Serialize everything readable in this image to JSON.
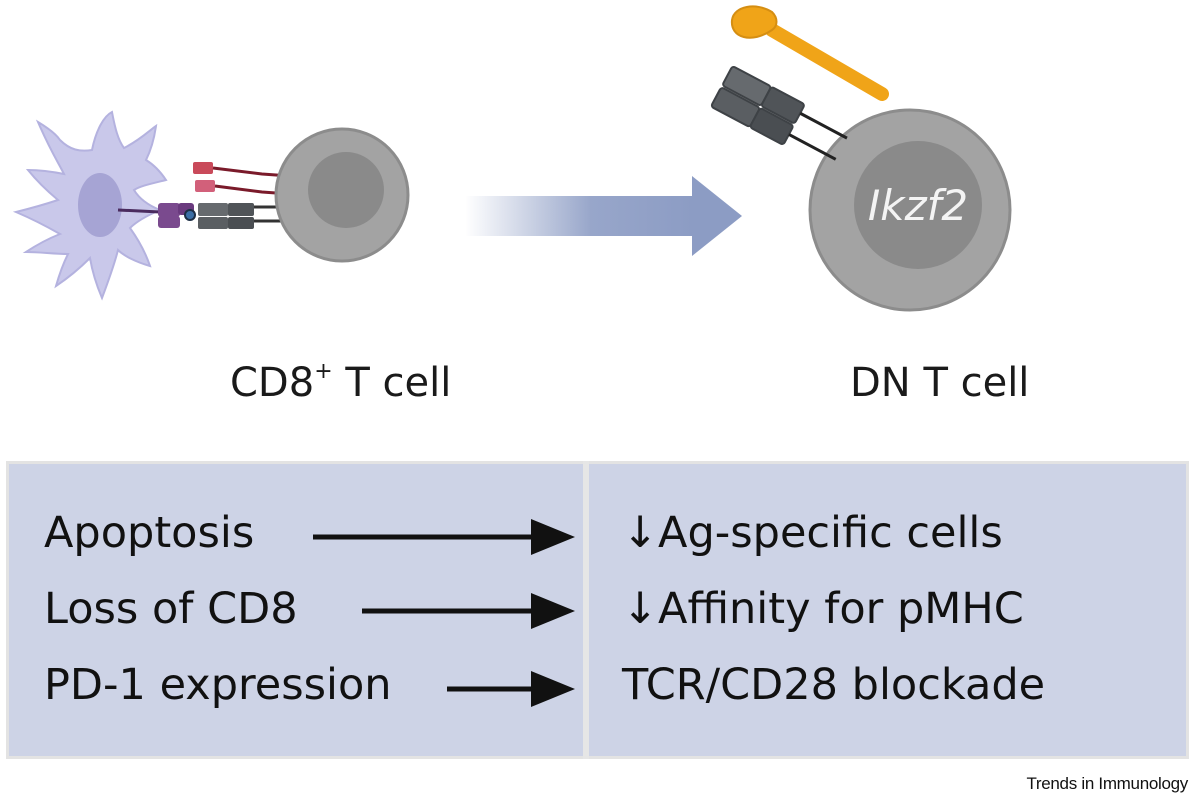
{
  "cells": {
    "source_label": "CD8",
    "source_label_sup": "+",
    "source_label_suffix": " T cell",
    "target_label": "DN T cell",
    "gene_label": "Ikzf2"
  },
  "table": {
    "rows": [
      {
        "cause": "Apoptosis",
        "effect": "↓Ag-specific cells"
      },
      {
        "cause": "Loss of CD8",
        "effect": "↓Affinity for pMHC"
      },
      {
        "cause": "PD-1 expression",
        "effect": "TCR/CD28 blockade"
      }
    ]
  },
  "footer": {
    "source": "Trends in Immunology"
  },
  "colors": {
    "dendritic_cell": "#c9c8ea",
    "dendritic_nucleus": "#a6a4d4",
    "t_cell_body": "#a3a3a3",
    "t_cell_nucleus": "#8a8a8a",
    "table_bg": "#cdd3e6",
    "arrow": "#8c9cc4",
    "receptor_orange": "#f0a418"
  }
}
